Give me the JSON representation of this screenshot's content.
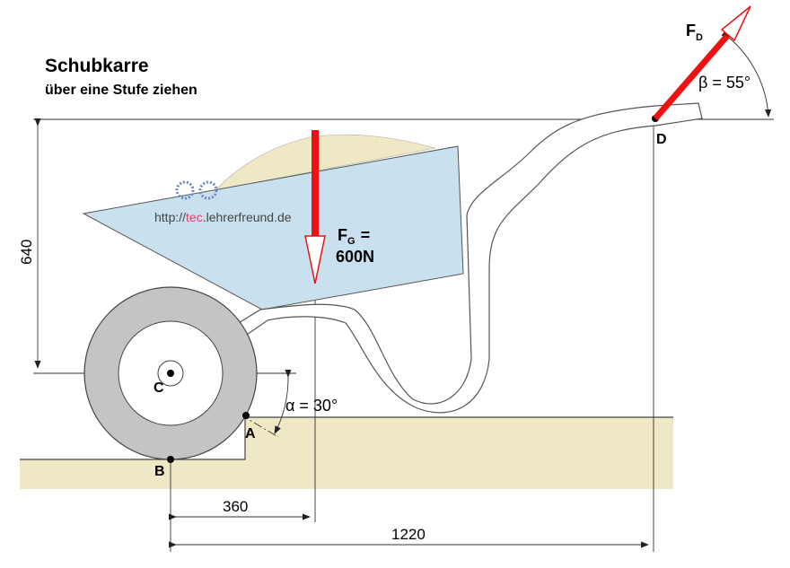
{
  "title": "Schubkarre",
  "subtitle": "über eine Stufe ziehen",
  "watermark": {
    "prefix": "http://",
    "highlight": "tec",
    "suffix": ".lehrerfreund.de"
  },
  "forces": {
    "fg_label": "F",
    "fg_sub": "G",
    "fg_eq": "=",
    "fg_value": "600N",
    "fd_label": "F",
    "fd_sub": "D"
  },
  "angles": {
    "alpha": "α = 30°",
    "beta": "β = 55°"
  },
  "points": {
    "a": "A",
    "b": "B",
    "c": "C",
    "d": "D"
  },
  "dimensions": {
    "height": "640",
    "d1": "360",
    "d2": "1220"
  },
  "colors": {
    "force": "#ee1111",
    "tray": "#c9e1ef",
    "sand": "#efe8c5",
    "ground": "#efe8c5",
    "tire": "#c4c4c4"
  }
}
